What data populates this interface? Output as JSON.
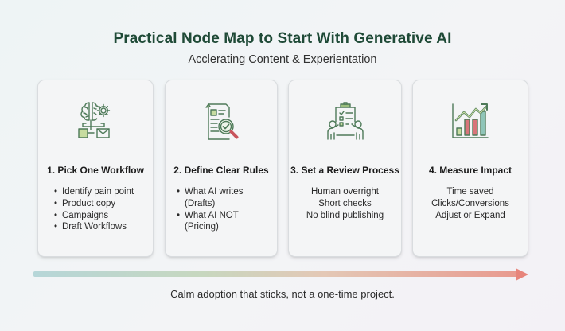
{
  "header": {
    "title": "Practical Node Map to Start With Generative AI",
    "subtitle": "Acclerating Content & Experientation"
  },
  "steps": [
    {
      "icon": "brain-gear-workflow-icon",
      "title": "1. Pick One Workflow",
      "list_style": "bullets",
      "items": [
        "Identify pain point",
        "Product copy",
        "Campaigns",
        "Draft Workflows"
      ]
    },
    {
      "icon": "document-magnifier-check-icon",
      "title": "2. Define Clear Rules",
      "list_style": "bullets",
      "items": [
        "What AI writes (Drafts)",
        "What AI NOT (Pricing)"
      ]
    },
    {
      "icon": "clipboard-review-people-icon",
      "title": "3. Set a Review Process",
      "list_style": "centered",
      "items": [
        "Human overright",
        "Short checks",
        "No blind publishing"
      ]
    },
    {
      "icon": "growth-bar-chart-icon",
      "title": "4. Measure Impact",
      "list_style": "centered",
      "items": [
        "Time saved",
        "Clicks/Conversions",
        "Adjust or Expand"
      ]
    }
  ],
  "footer": {
    "caption": "Calm adoption that sticks, not a one-time project."
  },
  "colors": {
    "title": "#1f4a37",
    "icon_stroke": "#4e7a59",
    "icon_fill_green": "#c7dca0",
    "icon_fill_red": "#d9747a",
    "icon_fill_teal": "#8fc5b8",
    "arrow_start": "#b6d6d8",
    "arrow_end": "#e7857b"
  }
}
